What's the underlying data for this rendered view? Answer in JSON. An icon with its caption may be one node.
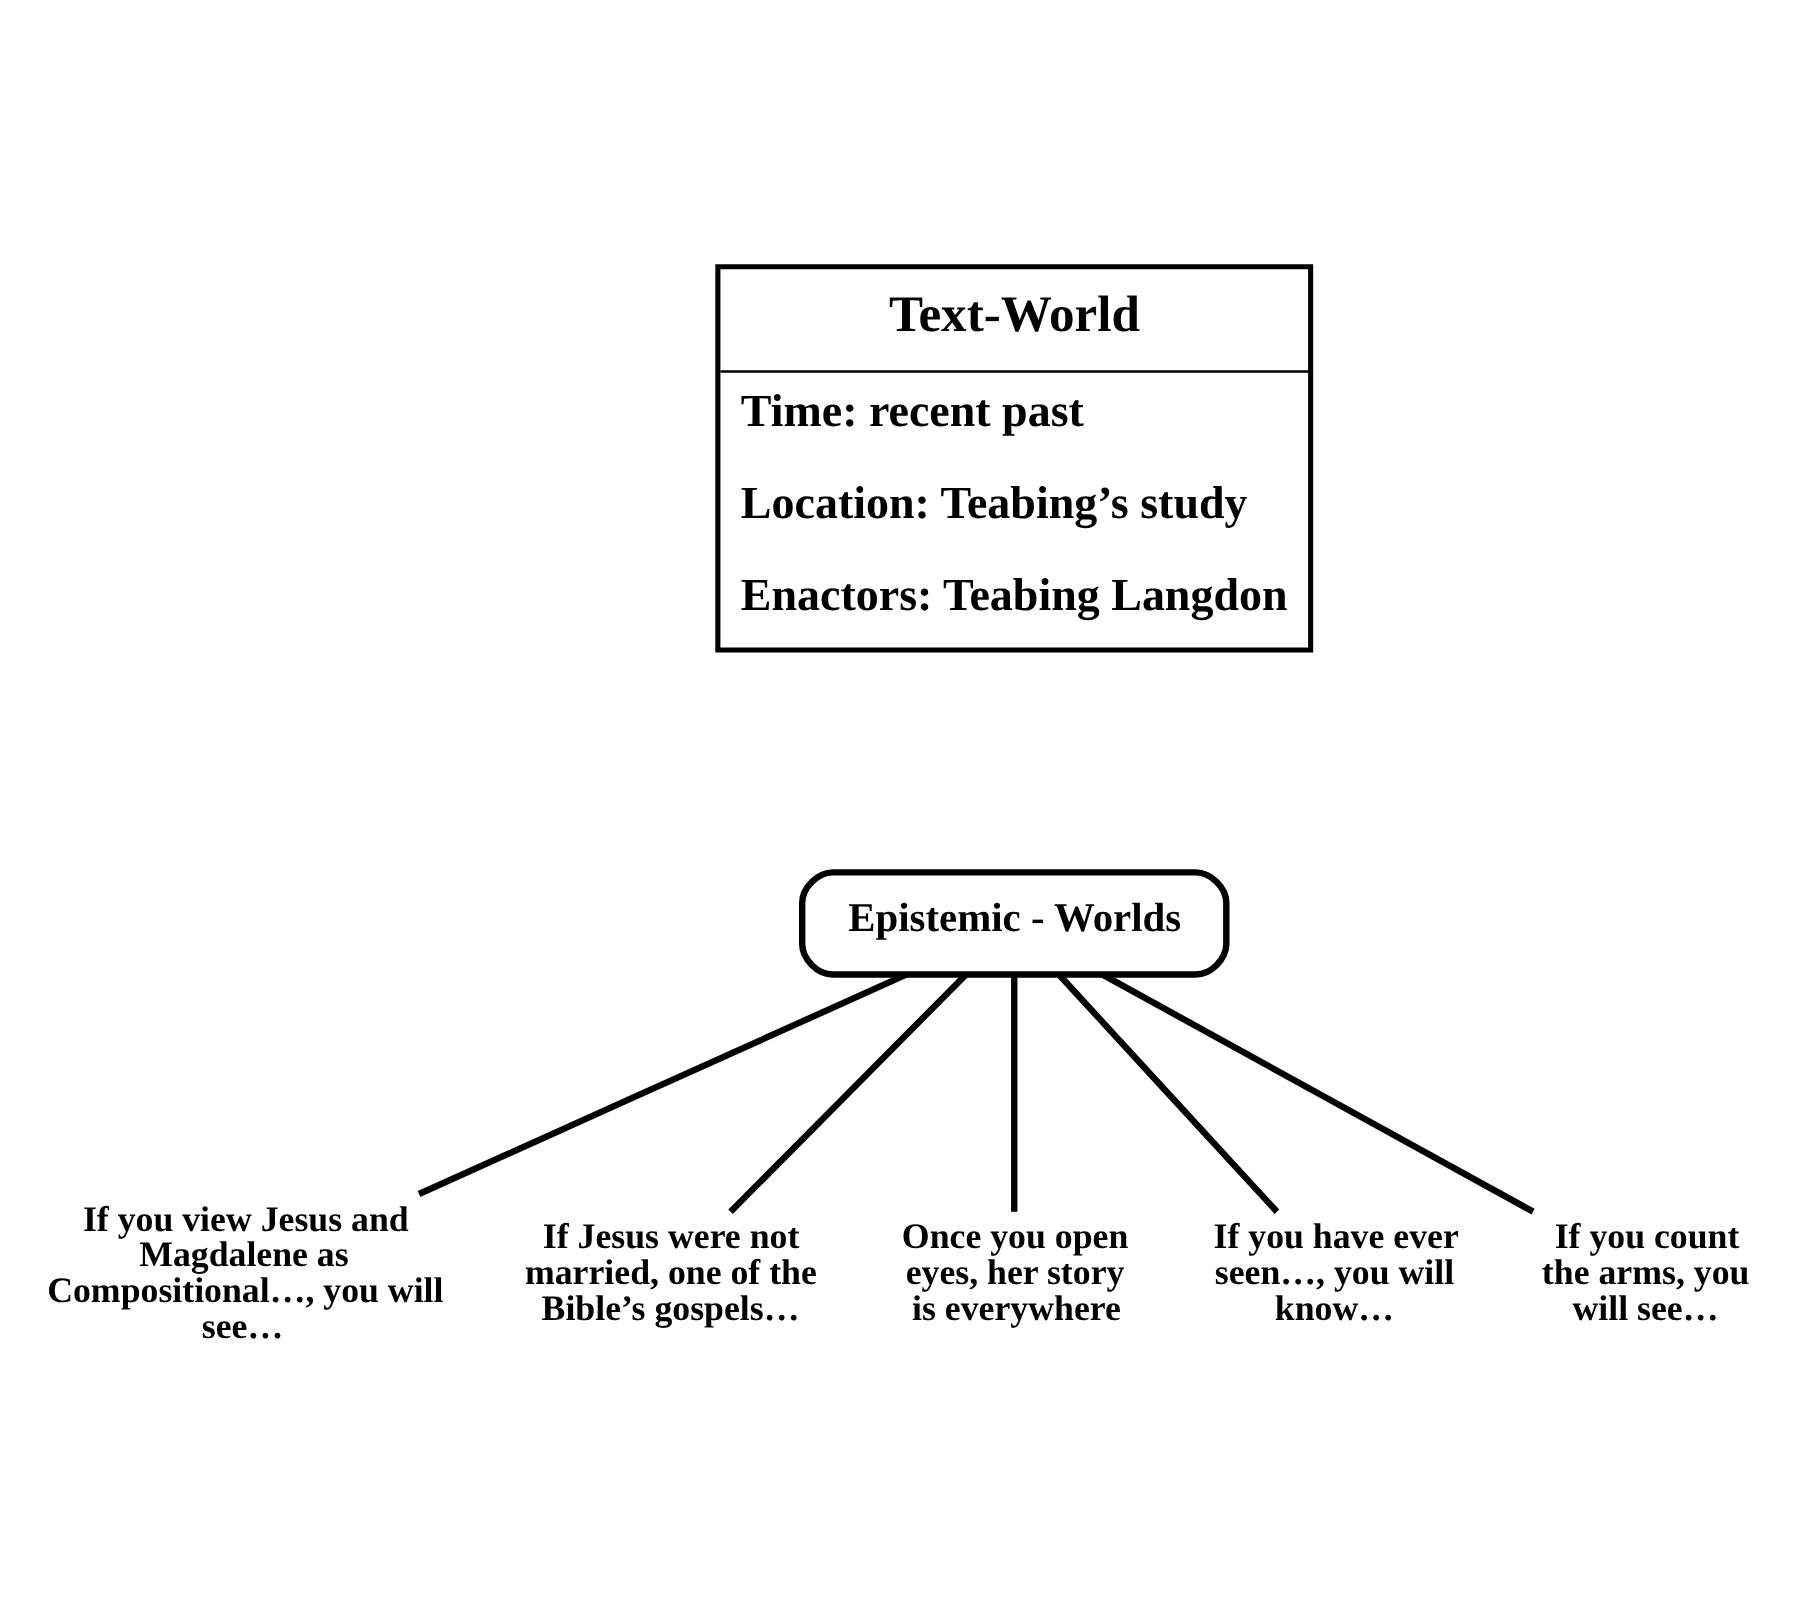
{
  "diagram": {
    "nodes": [
      {
        "text": [
          "Text-World",
          "Time: recent past",
          "Location: Teabing’s study",
          "Enactors: Teabing Langdon"
        ]
      },
      {
        "text": [
          "Epistemic - Worlds"
        ]
      },
      {
        "text": [
          "If you view Jesus and Magdalene as Compositional…, you will see…"
        ]
      },
      {
        "text": [
          "If Jesus were not married, one of the Bible’s gospels…"
        ]
      },
      {
        "text": [
          "Once you open eyes, her story is everywhere"
        ]
      },
      {
        "text": [
          "If you have ever seen…, you will know…"
        ]
      },
      {
        "text": [
          "If you count the arms, you will see…"
        ]
      }
    ],
    "edges": [
      {
        "from": 1,
        "to": 2,
        "arrow": "none"
      },
      {
        "from": 1,
        "to": 3,
        "arrow": "none"
      },
      {
        "from": 1,
        "to": 4,
        "arrow": "none"
      },
      {
        "from": 1,
        "to": 5,
        "arrow": "none"
      },
      {
        "from": 1,
        "to": 6,
        "arrow": "none"
      }
    ]
  }
}
